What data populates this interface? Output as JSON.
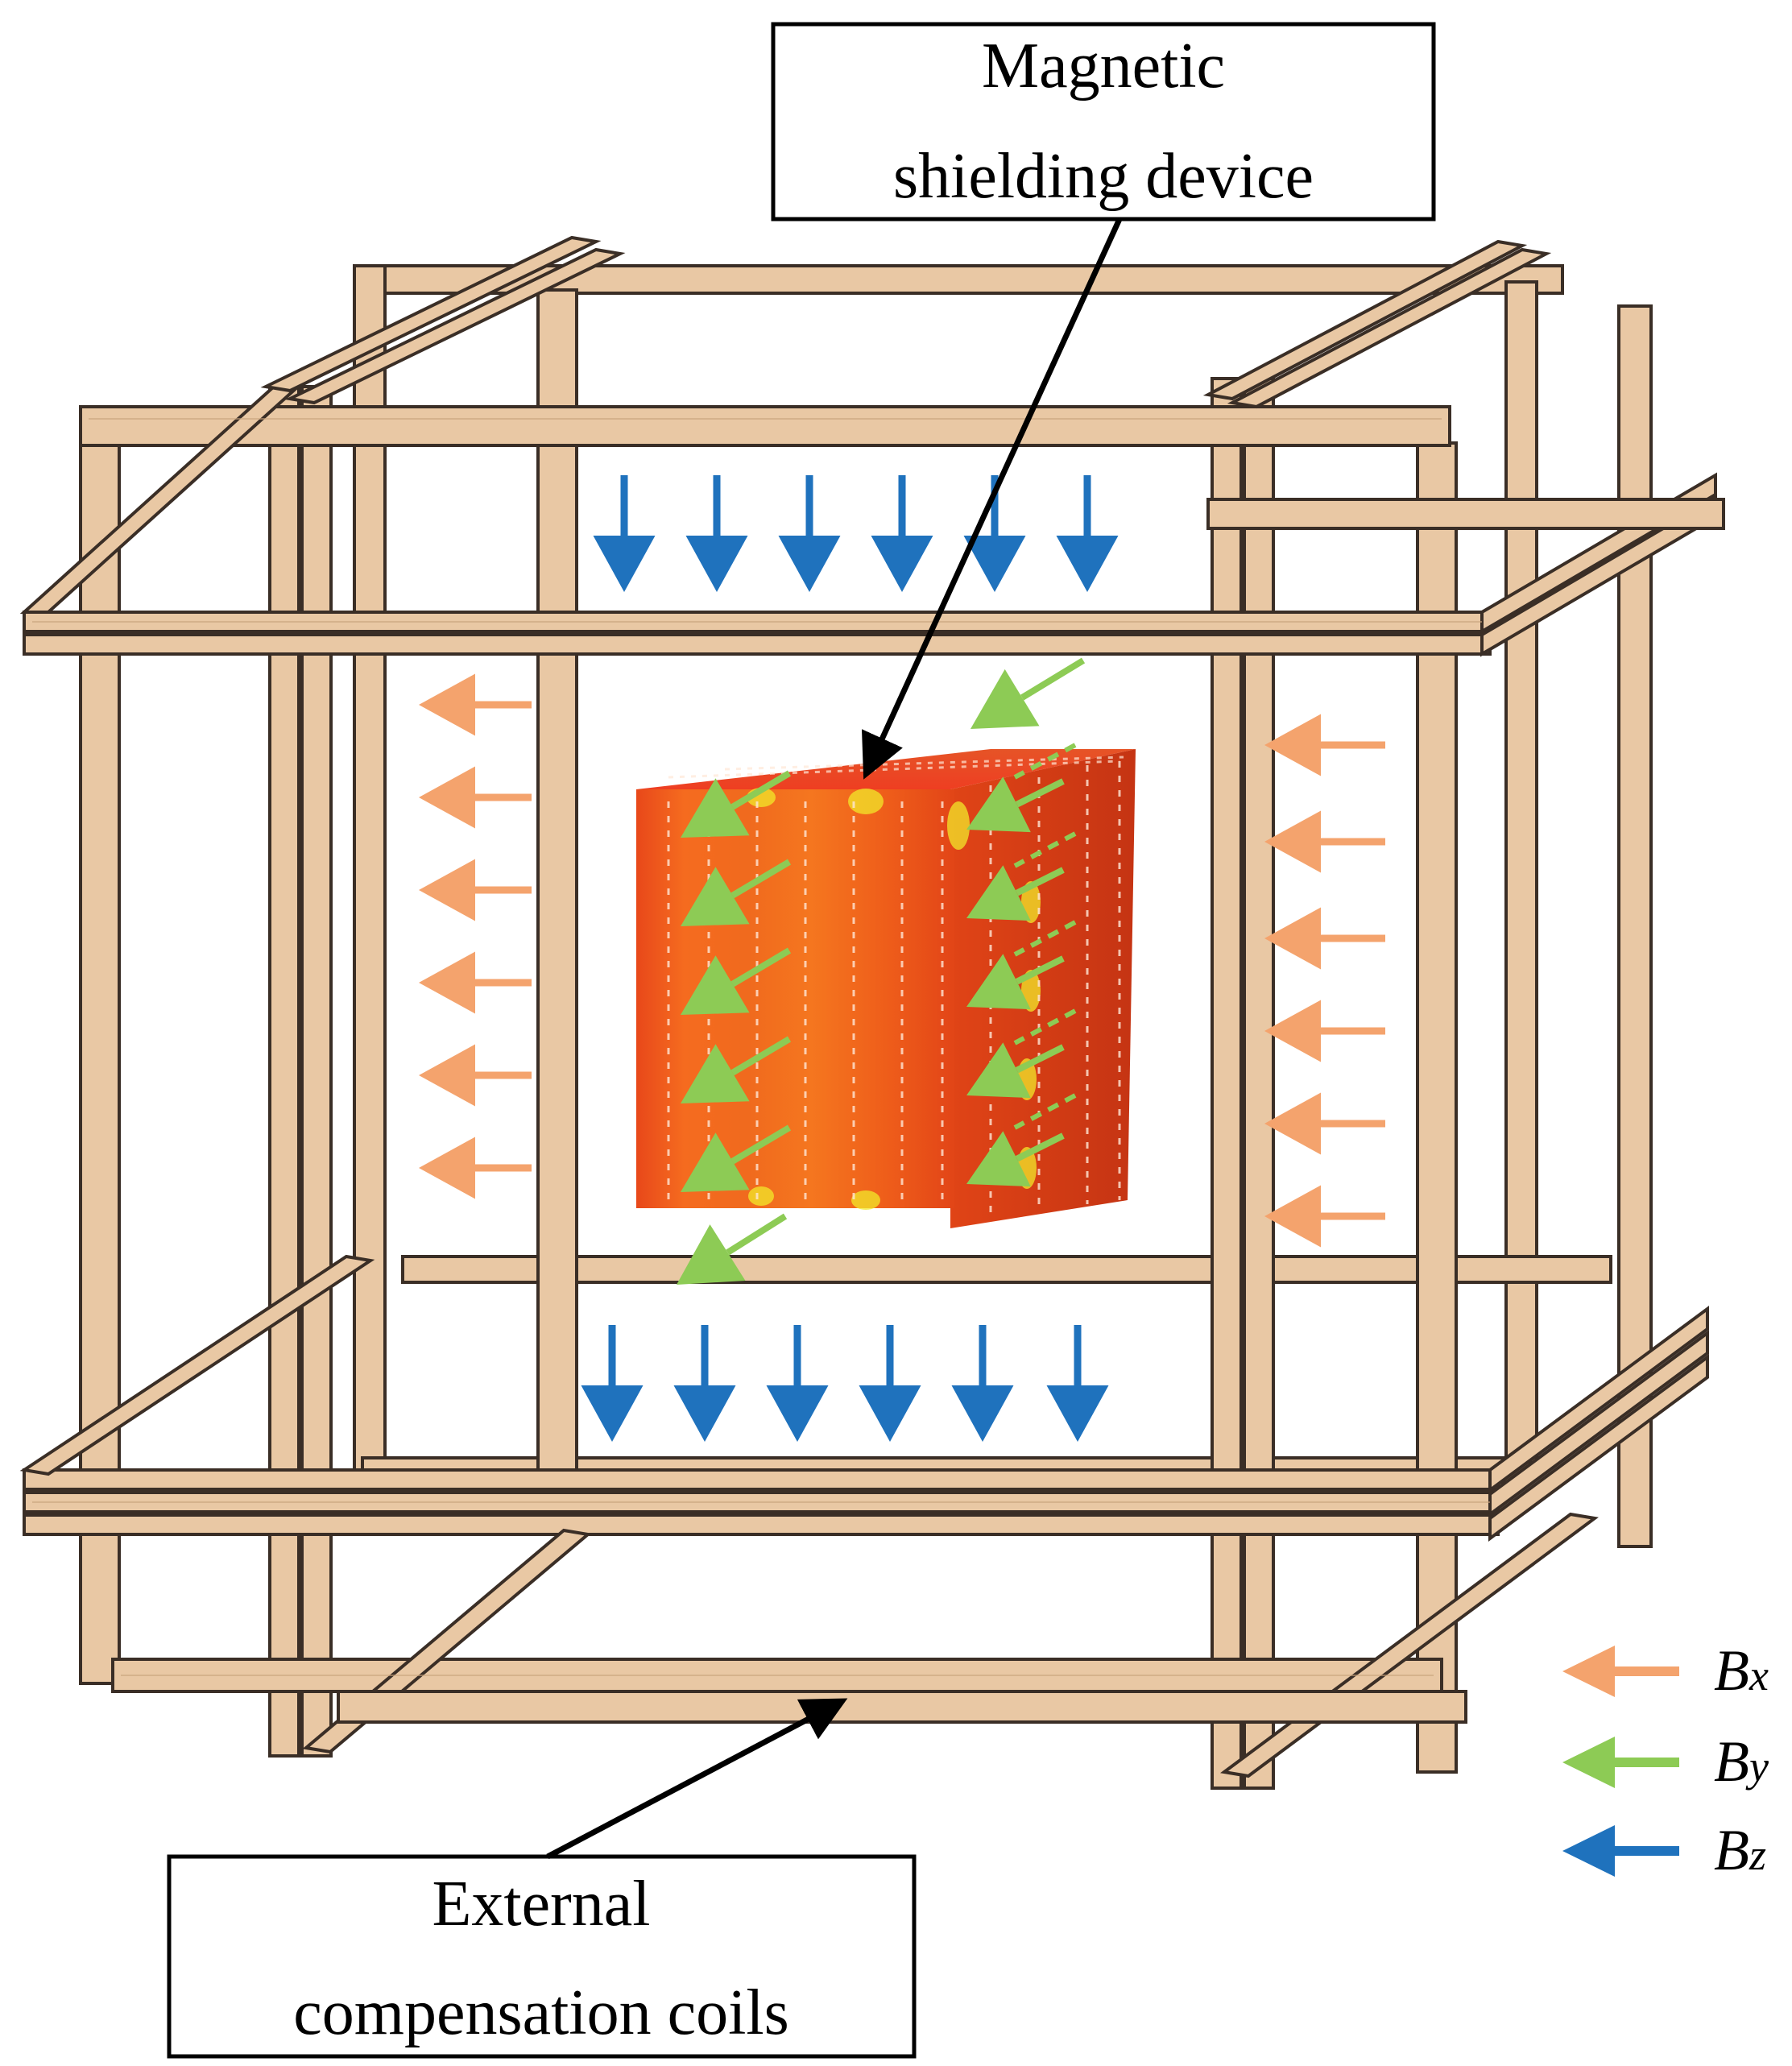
{
  "callouts": {
    "top": {
      "line1": "Magnetic",
      "line2": "shielding device"
    },
    "bottom": {
      "line1": "External",
      "line2": "compensation coils"
    }
  },
  "legend": {
    "items": [
      {
        "key": "bx",
        "letter": "B",
        "sub": "x",
        "color": "#F4A36D",
        "icon": "orange-arrow-icon"
      },
      {
        "key": "by",
        "letter": "B",
        "sub": "y",
        "color": "#8DCB55",
        "icon": "green-arrow-icon"
      },
      {
        "key": "bz",
        "letter": "B",
        "sub": "z",
        "color": "#1F72BD",
        "icon": "blue-arrow-icon"
      }
    ]
  },
  "colors": {
    "coil_frame": "#E9C8A4",
    "coil_outline": "#3A2E26",
    "shield_body": "#F26A1B",
    "shield_hotspot": "#F2E82A",
    "bx_arrow": "#F4A36D",
    "by_arrow": "#8DCB55",
    "bz_arrow": "#1F72BD"
  }
}
